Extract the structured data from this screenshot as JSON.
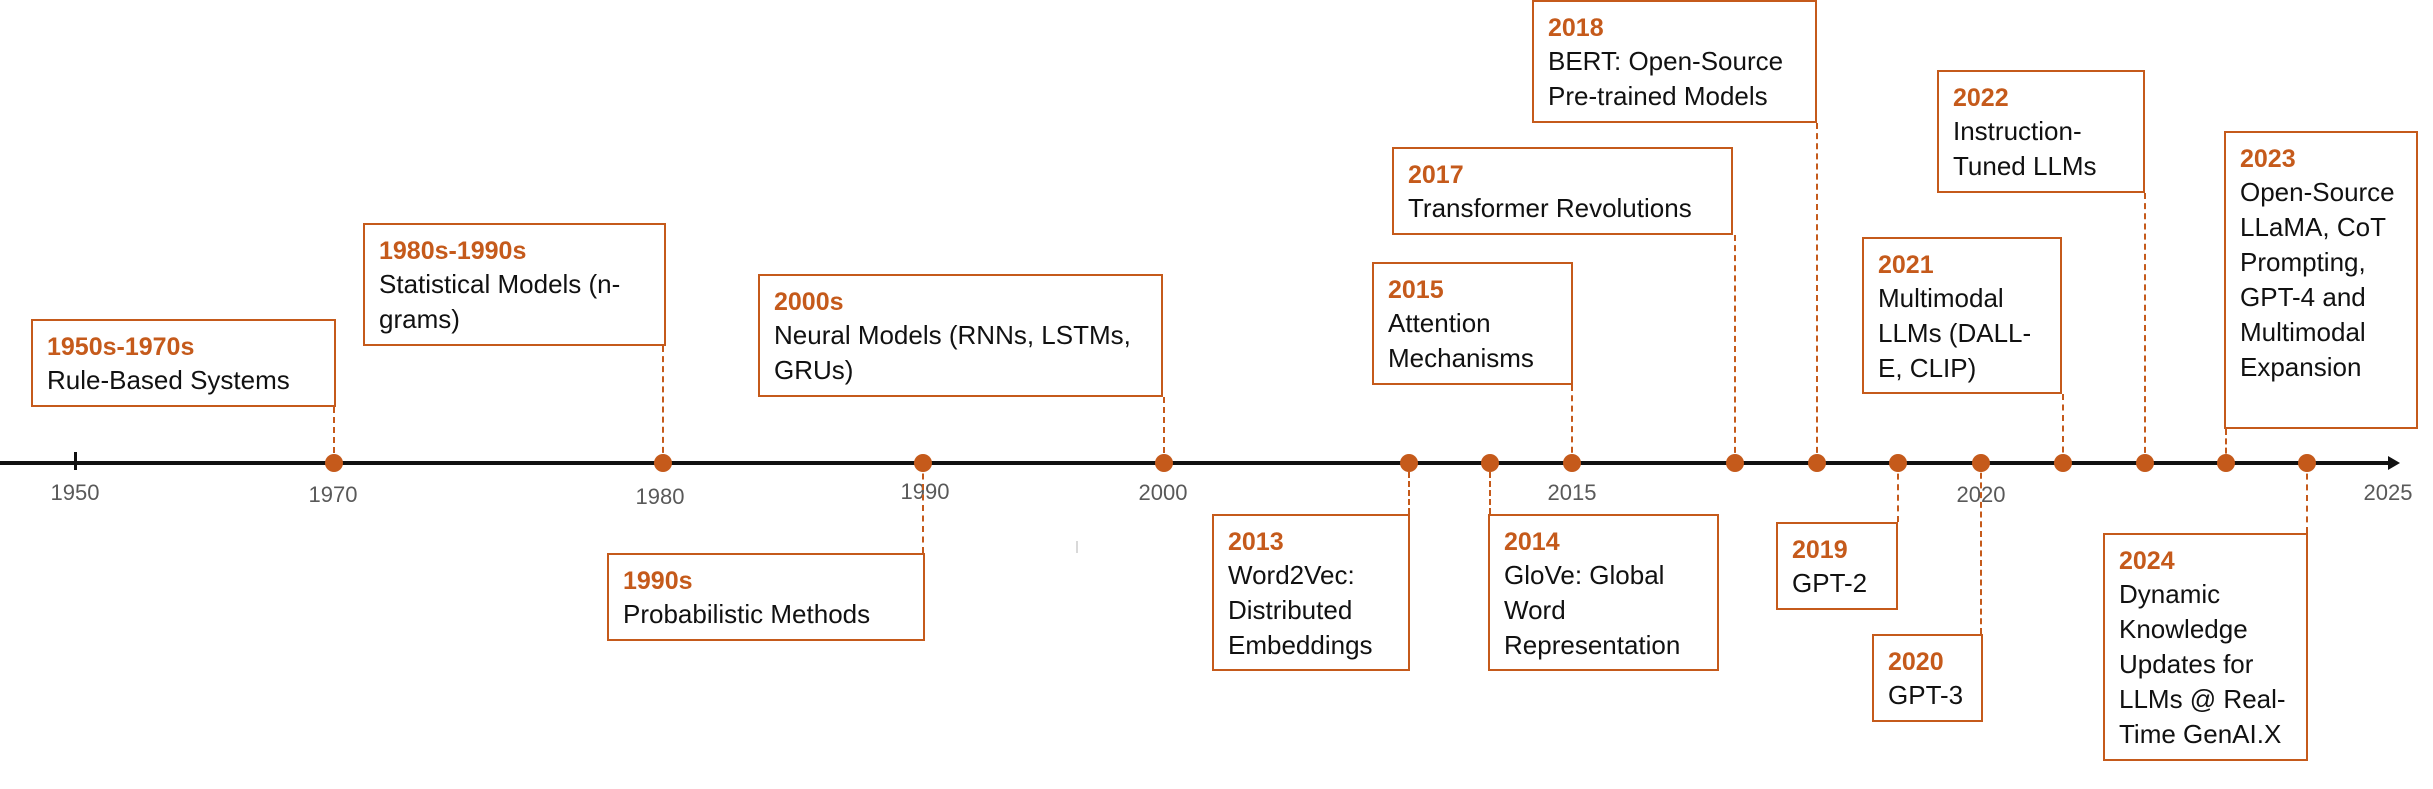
{
  "timeline": {
    "ticks": [
      {
        "year": 1950,
        "label": "1950"
      },
      {
        "year": 1970,
        "label": "1970"
      },
      {
        "year": 1980,
        "label": "1980"
      },
      {
        "year": 1990,
        "label": "1990"
      },
      {
        "year": 2000,
        "label": "2000"
      },
      {
        "year": 2015,
        "label": "2015"
      },
      {
        "year": 2020,
        "label": "2020"
      },
      {
        "year": 2025,
        "label": "2025"
      }
    ],
    "events": [
      {
        "id": "1950s-1970s",
        "date": "1950s-1970s",
        "title": "Rule-Based Systems",
        "side": "above"
      },
      {
        "id": "1980s-1990s",
        "date": "1980s-1990s",
        "title": "Statistical Models (n-grams)",
        "side": "above"
      },
      {
        "id": "1990s",
        "date": "1990s",
        "title": "Probabilistic Methods",
        "side": "below"
      },
      {
        "id": "2000s",
        "date": "2000s",
        "title": "Neural Models (RNNs, LSTMs, GRUs)",
        "side": "above"
      },
      {
        "id": "2013",
        "date": "2013",
        "title": "Word2Vec: Distributed Embeddings",
        "side": "below"
      },
      {
        "id": "2014",
        "date": "2014",
        "title": "GloVe: Global Word Representation",
        "side": "below"
      },
      {
        "id": "2015",
        "date": "2015",
        "title": "Attention Mechanisms",
        "side": "above"
      },
      {
        "id": "2017",
        "date": "2017",
        "title": "Transformer Revolutions",
        "side": "above"
      },
      {
        "id": "2018",
        "date": "2018",
        "title": "BERT: Open-Source Pre-trained Models",
        "side": "above"
      },
      {
        "id": "2019",
        "date": "2019",
        "title": "GPT-2",
        "side": "below"
      },
      {
        "id": "2020",
        "date": "2020",
        "title": "GPT-3",
        "side": "below"
      },
      {
        "id": "2021",
        "date": "2021",
        "title": "Multimodal LLMs (DALL-E, CLIP)",
        "side": "above"
      },
      {
        "id": "2022",
        "date": "2022",
        "title": "Instruction-Tuned LLMs",
        "side": "above"
      },
      {
        "id": "2023",
        "date": "2023",
        "title": "Open-Source LLaMA, CoT Prompting, GPT-4 and Multimodal Expansion",
        "side": "above"
      },
      {
        "id": "2024",
        "date": "2024",
        "title": "Dynamic Knowledge Updates for LLMs @ Real-Time GenAI.X",
        "side": "below"
      }
    ],
    "colors": {
      "accent": "#c55a1b",
      "axis": "#111111",
      "tick_label": "#595959",
      "text": "#111111"
    }
  }
}
